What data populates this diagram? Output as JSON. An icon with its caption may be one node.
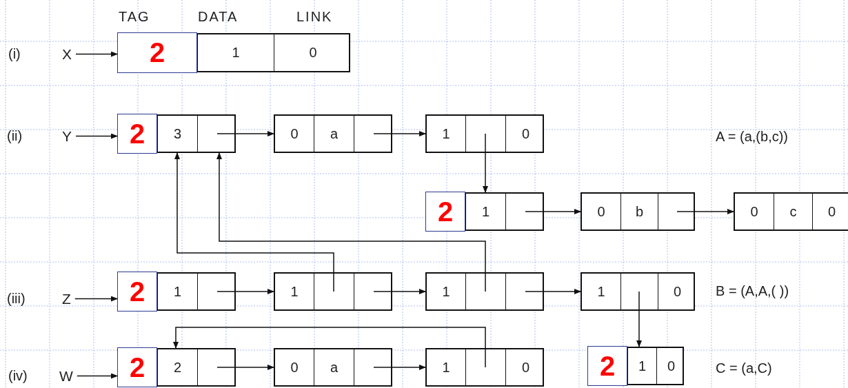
{
  "diagram": {
    "nodes": [
      {
        "text": [
          "X"
        ]
      },
      {
        "text": [],
        "shape": "box"
      },
      {
        "text": [
          "2"
        ],
        "in": 1
      },
      {
        "text": [
          "1"
        ],
        "in": 1
      },
      {
        "text": [
          "0"
        ],
        "in": 1
      },
      {
        "text": [
          "Y"
        ]
      },
      {
        "text": [],
        "shape": "box"
      },
      {
        "text": [
          "2"
        ],
        "in": 6
      },
      {
        "text": [
          "3"
        ],
        "in": 6
      },
      {
        "text": [],
        "shape": "box",
        "in": 6
      },
      {
        "text": [],
        "shape": "box"
      },
      {
        "text": [
          "0"
        ],
        "in": 10
      },
      {
        "text": [
          "a"
        ],
        "in": 10
      },
      {
        "text": [],
        "shape": "box",
        "in": 10
      },
      {
        "text": [],
        "shape": "box"
      },
      {
        "text": [
          "1"
        ],
        "in": 14
      },
      {
        "text": [],
        "shape": "box",
        "in": 14
      },
      {
        "text": [
          "0"
        ],
        "in": 14
      },
      {
        "text": [],
        "shape": "box"
      },
      {
        "text": [
          "2"
        ],
        "in": 18
      },
      {
        "text": [
          "1"
        ],
        "in": 18
      },
      {
        "text": [],
        "shape": "box",
        "in": 18
      },
      {
        "text": [],
        "shape": "box"
      },
      {
        "text": [
          "0"
        ],
        "in": 22
      },
      {
        "text": [
          "b"
        ],
        "in": 22
      },
      {
        "text": [],
        "shape": "box",
        "in": 22
      },
      {
        "text": [],
        "shape": "box"
      },
      {
        "text": [
          "0"
        ],
        "in": 26
      },
      {
        "text": [
          "c"
        ],
        "in": 26
      },
      {
        "text": [
          "0"
        ],
        "in": 26
      },
      {
        "text": [
          "Z"
        ]
      },
      {
        "text": [],
        "shape": "box"
      },
      {
        "text": [
          "2"
        ],
        "in": 31
      },
      {
        "text": [
          "1"
        ],
        "in": 31
      },
      {
        "text": [],
        "shape": "box",
        "in": 31
      },
      {
        "text": [],
        "shape": "box"
      },
      {
        "text": [
          "1"
        ],
        "in": 35
      },
      {
        "text": [],
        "shape": "box",
        "in": 35
      },
      {
        "text": [],
        "shape": "box",
        "in": 35
      },
      {
        "text": [],
        "shape": "box"
      },
      {
        "text": [
          "1"
        ],
        "in": 39
      },
      {
        "text": [],
        "shape": "box",
        "in": 39
      },
      {
        "text": [],
        "shape": "box",
        "in": 39
      },
      {
        "text": [],
        "shape": "box"
      },
      {
        "text": [
          "1"
        ],
        "in": 43
      },
      {
        "text": [],
        "shape": "box",
        "in": 43
      },
      {
        "text": [
          "0"
        ],
        "in": 43
      },
      {
        "text": [
          "W"
        ]
      },
      {
        "text": [],
        "shape": "box"
      },
      {
        "text": [
          "2"
        ],
        "in": 48
      },
      {
        "text": [
          "2"
        ],
        "in": 48
      },
      {
        "text": [],
        "shape": "box",
        "in": 48
      },
      {
        "text": [],
        "shape": "box"
      },
      {
        "text": [
          "0"
        ],
        "in": 52
      },
      {
        "text": [
          "a"
        ],
        "in": 52
      },
      {
        "text": [],
        "shape": "box",
        "in": 52
      },
      {
        "text": [],
        "shape": "box"
      },
      {
        "text": [
          "1"
        ],
        "in": 56
      },
      {
        "text": [],
        "shape": "box",
        "in": 56
      },
      {
        "text": [
          "0"
        ],
        "in": 56
      },
      {
        "text": [],
        "shape": "box"
      },
      {
        "text": [
          "2"
        ],
        "in": 60
      },
      {
        "text": [
          "1"
        ],
        "in": 60
      },
      {
        "text": [
          "0"
        ],
        "in": 60
      }
    ],
    "edges": [
      {
        "from": 0,
        "to": 1,
        "arrow": "to"
      },
      {
        "from": 5,
        "to": 6,
        "arrow": "to"
      },
      {
        "from": 9,
        "to": 10,
        "arrow": "to"
      },
      {
        "from": 13,
        "to": 14,
        "arrow": "to"
      },
      {
        "from": 16,
        "to": 18,
        "arrow": "to"
      },
      {
        "from": 21,
        "to": 22,
        "arrow": "to"
      },
      {
        "from": 25,
        "to": 26,
        "arrow": "to"
      },
      {
        "from": 30,
        "to": 31,
        "arrow": "to"
      },
      {
        "from": 34,
        "to": 35,
        "arrow": "to"
      },
      {
        "from": 38,
        "to": 39,
        "arrow": "to"
      },
      {
        "from": 42,
        "to": 43,
        "arrow": "to"
      },
      {
        "from": 37,
        "to": 6,
        "arrow": "to"
      },
      {
        "from": 41,
        "to": 6,
        "arrow": "to"
      },
      {
        "from": 45,
        "to": 60,
        "arrow": "to"
      },
      {
        "from": 47,
        "to": 48,
        "arrow": "to"
      },
      {
        "from": 51,
        "to": 52,
        "arrow": "to"
      },
      {
        "from": 55,
        "to": 56,
        "arrow": "to"
      },
      {
        "from": 58,
        "to": 48,
        "arrow": "to"
      }
    ],
    "labels": [
      "TAG",
      "DATA",
      "LINK",
      "(i)",
      "(ii)",
      "A = (a,(b,c))",
      "(iii)",
      "B = (A,A,( ))",
      "(iv)",
      "C = (a,C)"
    ]
  }
}
